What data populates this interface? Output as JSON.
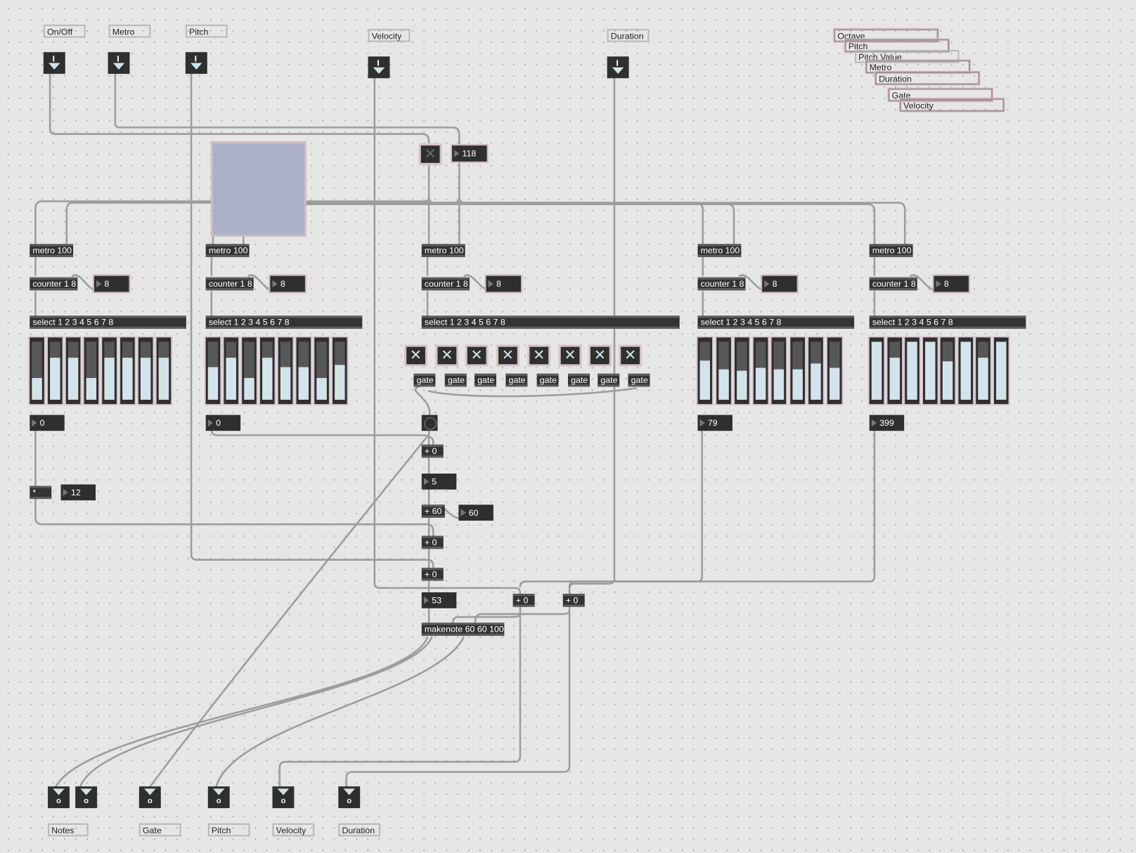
{
  "top_comments": {
    "onoff": "On/Off",
    "metro": "Metro",
    "pitch": "Pitch",
    "velocity": "Velocity",
    "duration": "Duration"
  },
  "legend": [
    "Octave",
    "Pitch",
    "Pitch Value",
    "Metro",
    "Duration",
    "Gate",
    "Velocity"
  ],
  "toggle_top_value": "118",
  "columns": [
    {
      "metro": "metro 100",
      "counter": "counter 1 8",
      "count_max": "8",
      "select": "select 1 2 3 4 5 6 7 8",
      "output": "0",
      "slider_values": [
        0.38,
        0.72,
        0.72,
        0.38,
        0.72,
        0.72,
        0.72,
        0.72
      ]
    },
    {
      "metro": "metro 100",
      "counter": "counter 1 8",
      "count_max": "8",
      "select": "select 1 2 3 4 5 6 7 8",
      "output": "0",
      "slider_values": [
        0.56,
        0.73,
        0.38,
        0.73,
        0.56,
        0.56,
        0.38,
        0.6
      ]
    },
    {
      "metro": "metro 100",
      "counter": "counter 1 8",
      "count_max": "8",
      "select": "select 1 2 3 4 5 6 7 8",
      "gate_label": "gate"
    },
    {
      "metro": "metro 100",
      "counter": "counter 1 8",
      "count_max": "8",
      "select": "select 1 2 3 4 5 6 7 8",
      "output": "79",
      "slider_values": [
        0.68,
        0.52,
        0.5,
        0.55,
        0.52,
        0.52,
        0.63,
        0.55
      ]
    },
    {
      "metro": "metro 100",
      "counter": "counter 1 8",
      "count_max": "8",
      "select": "select 1 2 3 4 5 6 7 8",
      "output": "399",
      "slider_values": [
        1.0,
        0.73,
        1.0,
        1.0,
        0.66,
        1.0,
        0.73,
        1.0
      ]
    }
  ],
  "octave": {
    "multiply": "*",
    "factor": "12"
  },
  "chain": {
    "plus0_a": "+ 0",
    "value_5": "5",
    "plus60": "+ 60",
    "base": "60",
    "plus0_b": "+ 0",
    "plus0_c": "+ 0",
    "note": "53",
    "plus0_vel": "+ 0",
    "plus0_dur": "+ 0",
    "makenote": "makenote 60 60 100"
  },
  "outlets": {
    "o": "o"
  },
  "bottom_comments": [
    "Notes",
    "Gate",
    "Pitch",
    "Velocity",
    "Duration"
  ]
}
